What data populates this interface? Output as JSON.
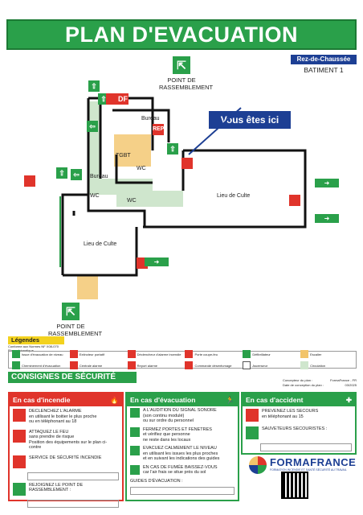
{
  "header": {
    "title": "PLAN D'EVACUATION",
    "floor": "Rez-de-Chaussée",
    "building": "BATIMENT 1"
  },
  "assembly_label": "POINT DE RASSEMBLEMENT",
  "you_are_here": "Vous êtes ici",
  "rooms": {
    "bureau_top": "Bureau",
    "tgbt": "TGBT",
    "bureau_mid": "Bureau",
    "wc1": "WC",
    "wc2": "WC",
    "wc3": "WC",
    "lieu_culte_right": "Lieu de Culte",
    "lieu_culte_left": "Lieu de Culte"
  },
  "plan_signs": {
    "df": "DF",
    "rep": "REP"
  },
  "legend": {
    "title": "Légendes",
    "subtitle": "Conforme aux Normes NF X08-070\nPlan schématique",
    "items": [
      {
        "label": "Issue d'évacuation de niveau",
        "icon": "exit-icon"
      },
      {
        "label": "Extincteur portatif",
        "icon": "extinguisher-icon"
      },
      {
        "label": "Déclencheur d'alarme incendie",
        "icon": "alarm-icon"
      },
      {
        "label": "Porte coupe-feu",
        "icon": "fire-door-icon"
      },
      {
        "label": "Défibrillateur",
        "icon": "defibrillator-icon"
      },
      {
        "label": "Escalier",
        "icon": "stairs-icon"
      },
      {
        "label": "Cheminement d'évacuation",
        "icon": "path-icon"
      },
      {
        "label": "Centrale alarme",
        "icon": "alarm-central-icon"
      },
      {
        "label": "Report alarme",
        "icon": "alarm-report-icon"
      },
      {
        "label": "Commande désenfumage",
        "icon": "smoke-control-icon"
      },
      {
        "label": "Ascenseur",
        "icon": "elevator-icon"
      },
      {
        "label": "Circulation",
        "icon": "circulation-icon"
      }
    ]
  },
  "consignes": {
    "title": "CONSIGNES DE SÉCURITÉ"
  },
  "meta": {
    "rows": [
      {
        "k": "Concepteur du plan :",
        "v": "FormaFrance - FR"
      },
      {
        "k": "Date de conception du plan :",
        "v": "03/2025"
      }
    ]
  },
  "incendie": {
    "title": "En cas d'incendie",
    "rows": [
      "DECLENCHEZ L'ALARME\nen utilisant le boitier le plus proche\nou en téléphonant au 18",
      "ATTAQUEZ LE FEU\nsans prendre de risque\nPosition des équipements sur le plan ci-contre",
      "SERVICE DE SÉCURITÉ INCENDIE",
      "REJOIGNEZ LE POINT DE RASSEMBLEMENT :"
    ]
  },
  "evacuation": {
    "title": "En cas d'évacuation",
    "rows": [
      "A L'AUDITION DU SIGNAL SONORE\n(son continu modulé)\nou sur ordre du personnel",
      "FERMEZ PORTES ET FENETRES\net vérifiez que personne\nne reste dans les locaux",
      "EVACUEZ CALMEMENT LE NIVEAU\nen utilisant les issues les plus proches\net en suivant les indications des guides",
      "EN CAS DE FUMÉE BAISSEZ-VOUS\ncar l'air frais se situe près du sol",
      "GUIDES D'ÉVACUATION :"
    ]
  },
  "accident": {
    "title": "En cas d'accident",
    "rows": [
      "PREVENEZ LES SECOURS\nen téléphonant au 15",
      "SAUVETEURS SECOURISTES :"
    ]
  },
  "brand": {
    "name": "FORMAFRANCE",
    "tagline": "FORMATION INCENDIE ET SANTÉ SÉCURITÉ AU TRAVAIL"
  },
  "colors": {
    "green": "#2aa04a",
    "red": "#e0342b",
    "blue": "#1d3f94",
    "stairs": "#f2c46a",
    "circulation": "#cfe6cd"
  }
}
